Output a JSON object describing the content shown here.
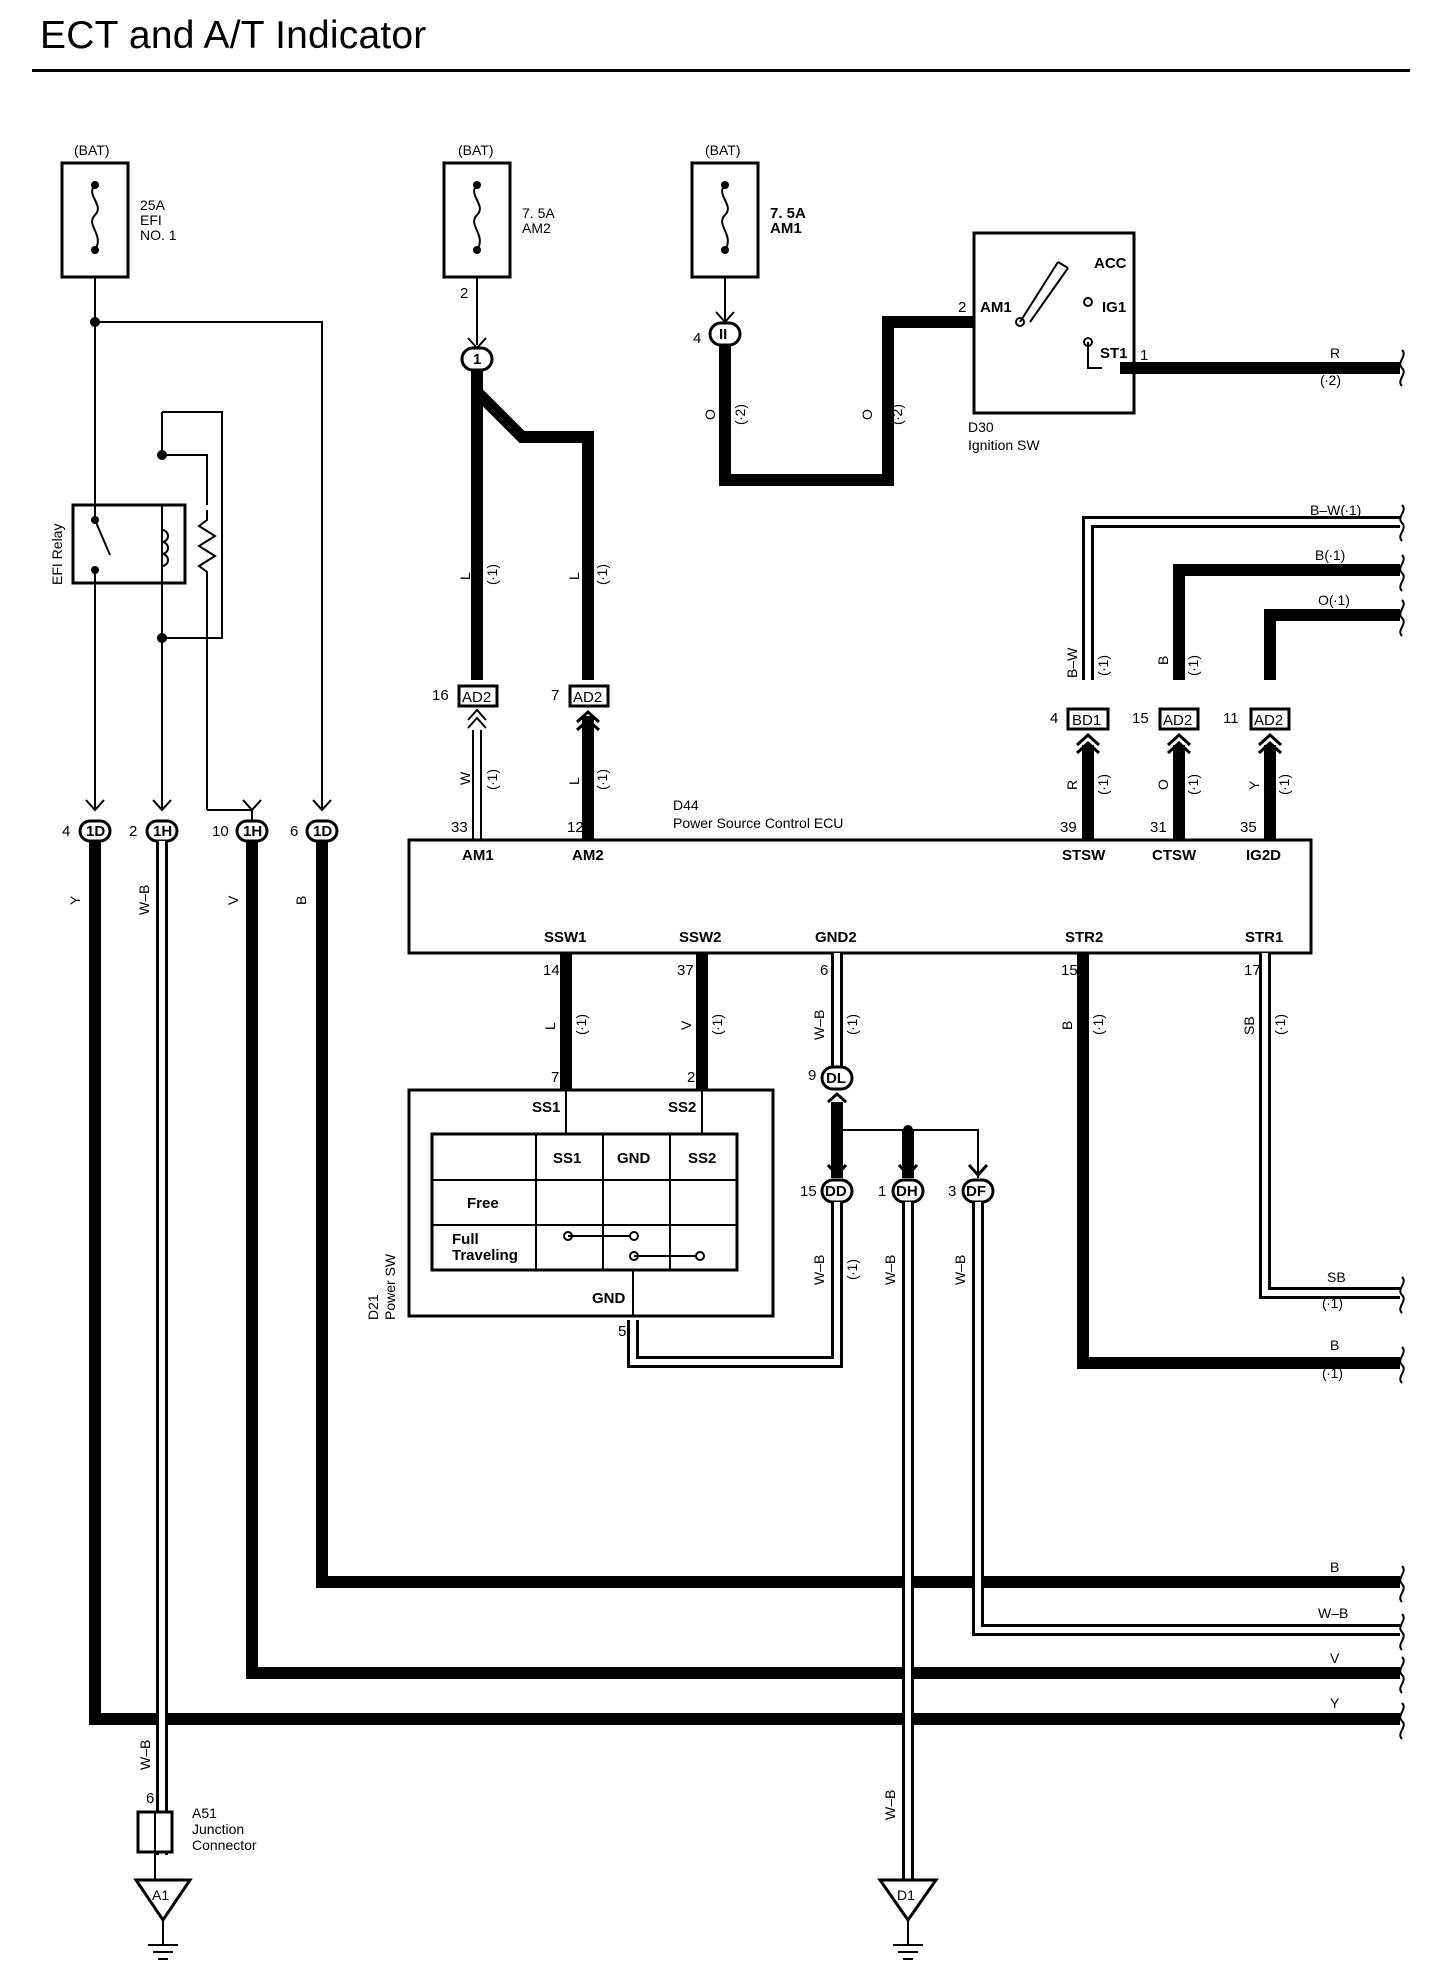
{
  "title": "ECT and A/T Indicator",
  "fuses": [
    {
      "source": "(BAT)",
      "rating": "25A",
      "name_l1": "EFI",
      "name_l2": "NO. 1"
    },
    {
      "source": "(BAT)",
      "rating": "7. 5A",
      "name_l1": "AM2",
      "name_l2": ""
    },
    {
      "source": "(BAT)",
      "rating": "7. 5A",
      "name_l1": "AM1",
      "name_l2": ""
    }
  ],
  "relay": {
    "label": "EFI Relay"
  },
  "ignition_sw": {
    "id": "D30",
    "name": "Ignition SW",
    "terminals": {
      "am1": "AM1",
      "acc": "ACC",
      "ig1": "IG1",
      "st1": "ST1"
    },
    "pin_am1": "2",
    "pin_st1": "1"
  },
  "ecu": {
    "id": "D44",
    "name": "Power Source Control ECU",
    "top_terminals": [
      {
        "label": "AM1",
        "pin": "33"
      },
      {
        "label": "AM2",
        "pin": "12"
      },
      {
        "label": "STSW",
        "pin": "39"
      },
      {
        "label": "CTSW",
        "pin": "31"
      },
      {
        "label": "IG2D",
        "pin": "35"
      }
    ],
    "bottom_terminals": [
      {
        "label": "SSW1",
        "pin": "14"
      },
      {
        "label": "SSW2",
        "pin": "37"
      },
      {
        "label": "GND2",
        "pin": "6"
      },
      {
        "label": "STR2",
        "pin": "15"
      },
      {
        "label": "STR1",
        "pin": "17"
      }
    ]
  },
  "power_sw": {
    "id": "D21",
    "name": "Power SW",
    "terminal_ss1": "SS1",
    "terminal_ss2": "SS2",
    "terminal_gnd": "GND",
    "pin_ss1": "7",
    "pin_ss2": "2",
    "pin_gnd": "5",
    "table_headers": [
      "SS1",
      "GND",
      "SS2"
    ],
    "row_free": "Free",
    "row_full_l1": "Full",
    "row_full_l2": "Traveling"
  },
  "junction_connector": {
    "id": "A51",
    "line1": "Junction",
    "line2": "Connector",
    "pin": "6"
  },
  "grounds": [
    "A1",
    "D1"
  ],
  "connectors": {
    "c1": "1",
    "c1_pin": "2",
    "cII": "II",
    "cII_pin": "4",
    "ad2_16": "AD2",
    "ad2_16_pin": "16",
    "ad2_7": "AD2",
    "ad2_7_pin": "7",
    "bd1": "BD1",
    "bd1_pin": "4",
    "ad2_15": "AD2",
    "ad2_15_pin": "15",
    "ad2_11": "AD2",
    "ad2_11_pin": "11",
    "d1": "1D",
    "d1_pin": "4",
    "h1": "1H",
    "h1_pin": "2",
    "h2": "1H",
    "h2_pin": "10",
    "d2": "1D",
    "d2_pin": "6",
    "dl": "DL",
    "dl_pin": "9",
    "dd": "DD",
    "dd_pin": "15",
    "dh": "DH",
    "dh_pin": "1",
    "df": "DF",
    "df_pin": "3"
  },
  "wire_colors": {
    "L": "L",
    "W": "W",
    "O": "O",
    "R": "R",
    "B": "B",
    "BW": "B–W",
    "Y": "Y",
    "V": "V",
    "WB": "W–B",
    "SB": "SB"
  },
  "notes": {
    "n1": "(∙1)",
    "n2": "(∙2)"
  },
  "right_labels": {
    "r1": "R",
    "r1n": "(∙2)",
    "bw": "B–W(∙1)",
    "b": "B(∙1)",
    "o": "O(∙1)",
    "sb": "SB",
    "sbn": "(∙1)",
    "b2": "B",
    "b2n": "(∙1)",
    "bb": "B",
    "wb": "W–B",
    "v": "V",
    "y": "Y"
  }
}
